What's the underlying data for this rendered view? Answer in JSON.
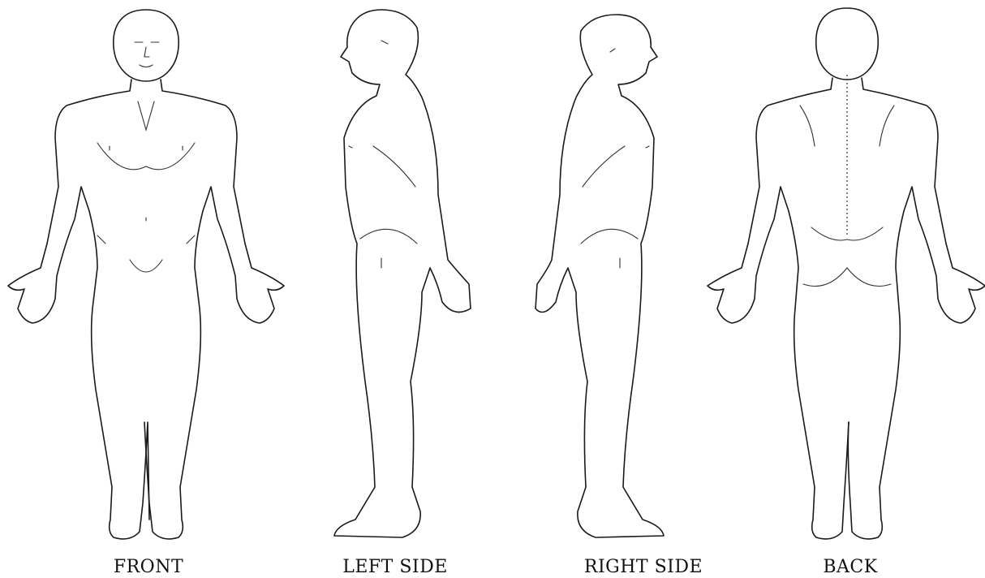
{
  "views": [
    {
      "id": "front",
      "label": "FRONT"
    },
    {
      "id": "left",
      "label": "LEFT SIDE"
    },
    {
      "id": "right",
      "label": "RIGHT SIDE"
    },
    {
      "id": "back",
      "label": "BACK"
    }
  ],
  "colors": {
    "line": "#1a1a1a",
    "background": "#ffffff"
  }
}
